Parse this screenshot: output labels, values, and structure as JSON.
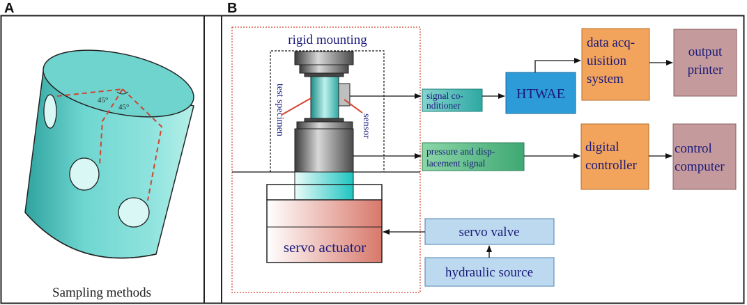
{
  "panels": {
    "a_label": "A",
    "b_label": "B"
  },
  "panel_a": {
    "caption": "Sampling methods",
    "angle_1": "45°",
    "angle_2": "45°"
  },
  "panel_b": {
    "rigid_mounting": "rigid mounting",
    "test_specimen": "test specimen",
    "sensor": "sensor",
    "servo_actuator": "servo actuator",
    "signal_conditioner_line1": "signal co-",
    "signal_conditioner_line2": "nditioner",
    "htwae": "HTWAE",
    "daq_line1": "data acq-",
    "daq_line2": "uisition",
    "daq_line3": "system",
    "output_line1": "output",
    "output_line2": "printer",
    "pressure_line1": "pressure and disp-",
    "pressure_line2": "lacement signal",
    "digital_line1": "digital",
    "digital_line2": "controller",
    "control_line1": "control",
    "control_line2": "computer",
    "servo_valve": "servo valve",
    "hydraulic_source": "hydraulic source"
  },
  "colors": {
    "cylinder": "#5cc9c3",
    "teal_box": "#4db6b0",
    "blue_box": "#2d9bd8",
    "orange_box": "#f2a35c",
    "mauve_box": "#c49a9c",
    "green_box": "#5fbf8d",
    "light_blue_box": "#bcd9ef",
    "dashed_red": "#d0442f"
  }
}
